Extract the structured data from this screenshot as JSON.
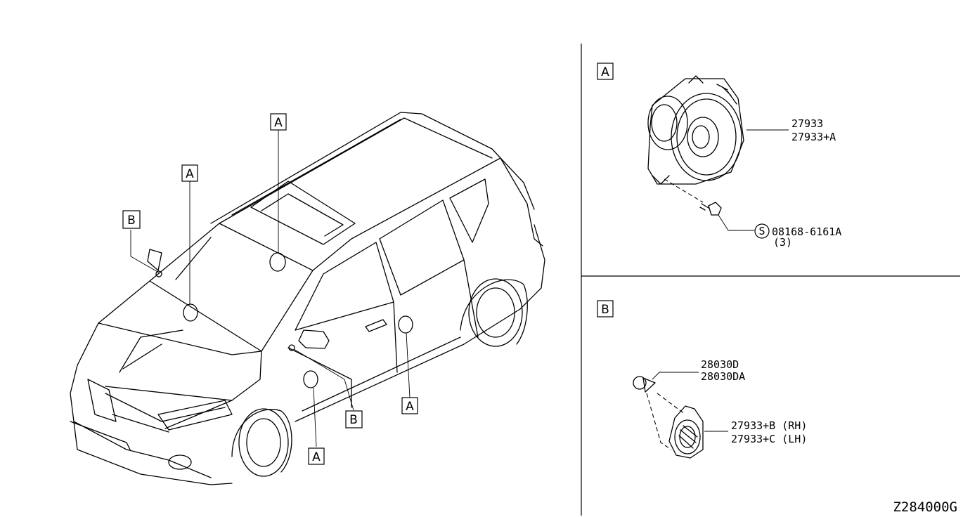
{
  "callouts": {
    "A": "A",
    "B": "B"
  },
  "section_a": {
    "box_label": "A",
    "speaker_part_1": "27933",
    "speaker_part_2": "27933+A",
    "screw_symbol": "S",
    "screw_part": "08168-6161A",
    "screw_qty": "(3)"
  },
  "section_b": {
    "box_label": "B",
    "bolt_part_1": "28030D",
    "bolt_part_2": "28030DA",
    "tweeter_rh": "27933+B (RH)",
    "tweeter_lh": "27933+C (LH)"
  },
  "diagram_code": "Z284000G"
}
